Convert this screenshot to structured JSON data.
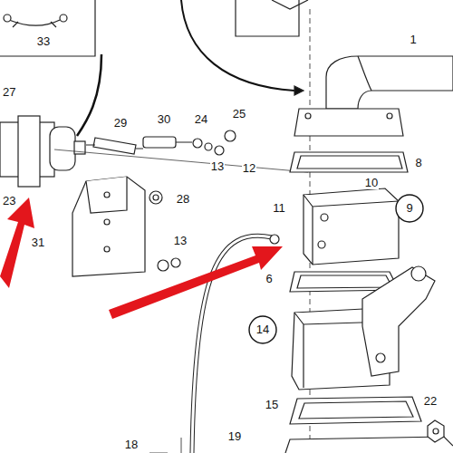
{
  "diagram": {
    "nodes": [
      {
        "text": [
          "9"
        ]
      },
      {
        "text": [
          "14"
        ]
      }
    ],
    "labels": [
      "33",
      "27",
      "29",
      "30",
      "24",
      "25",
      "1",
      "8",
      "13",
      "12",
      "10",
      "23",
      "28",
      "31",
      "11",
      "13",
      "6",
      "15",
      "22",
      "19",
      "18"
    ]
  }
}
